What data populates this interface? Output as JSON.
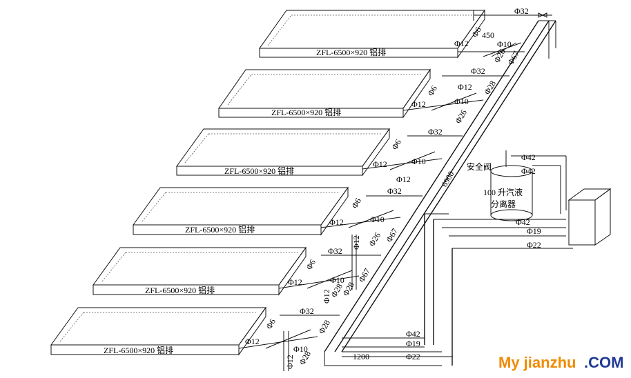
{
  "panels": [
    {
      "label": "ZFL-6500×920 铝排"
    },
    {
      "label": "ZFL-6500×920 铝排"
    },
    {
      "label": "ZFL-6500×920 铝排"
    },
    {
      "label": "ZFL-6500×920 铝排"
    },
    {
      "label": "ZFL-6500×920 铝排"
    },
    {
      "label": "ZFL-6500×920 铝排"
    }
  ],
  "labels": {
    "phi32": "Φ32",
    "phi6": "Φ6",
    "phi12": "Φ12",
    "phi10": "Φ10",
    "phi26": "Φ26",
    "phi28": "Φ28",
    "phi67": "Φ67",
    "phi42": "Φ42",
    "phi19": "Φ19",
    "phi22": "Φ22",
    "dim450": "450",
    "dim6900": "6900",
    "dim1200": "1200",
    "safety_valve": "安全阀",
    "separator_line1": "100 升汽液",
    "separator_line2": "分离器"
  },
  "watermark": {
    "part1": "My jianzhu",
    "part2": ".COM",
    "color1": "#f08a00",
    "color2": "#1f3a93"
  }
}
